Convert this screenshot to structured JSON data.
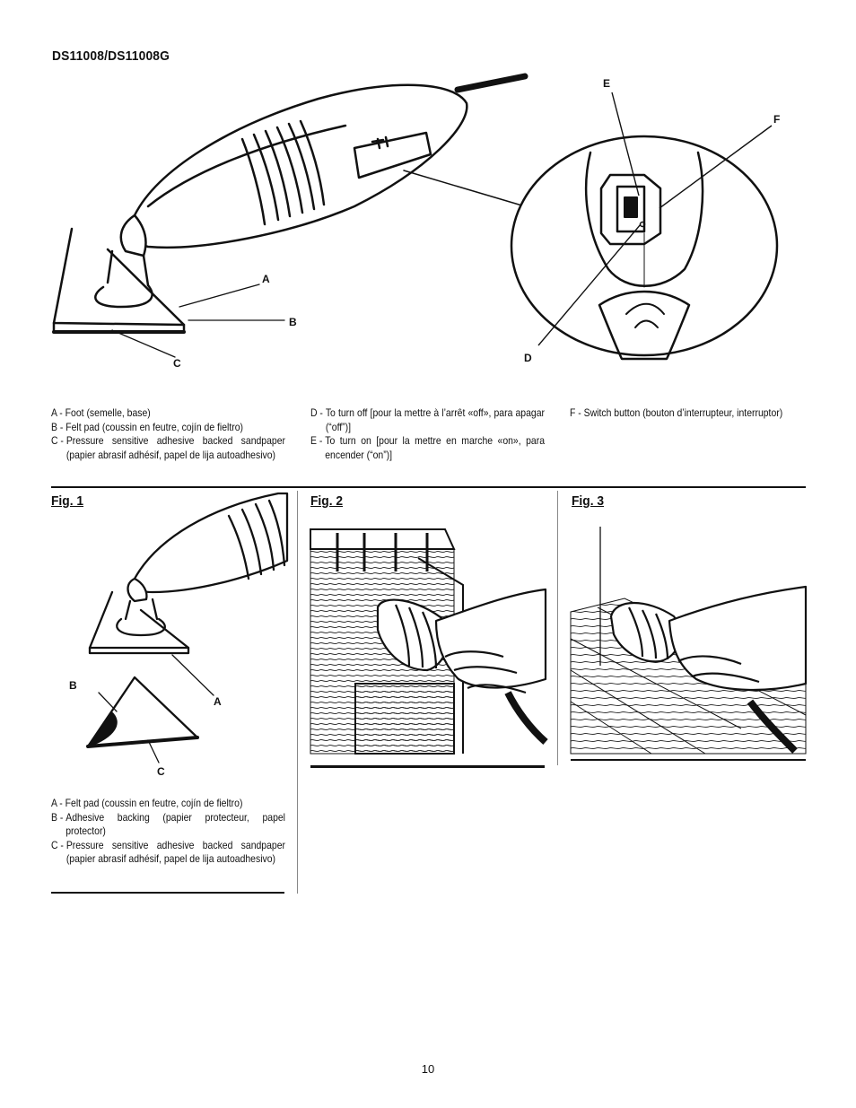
{
  "header": {
    "model": "DS11008/DS11008G"
  },
  "main_diagram": {
    "callouts": {
      "a": "A",
      "b": "B",
      "c": "C",
      "d": "D",
      "e": "E",
      "f": "F"
    },
    "legend_col1": [
      {
        "key": "A - ",
        "text": "Foot (semelle, base)"
      },
      {
        "key": "B - ",
        "text": "Felt pad (coussin en feutre, cojín de fieltro)"
      },
      {
        "key": "C - ",
        "text": "Pressure sensitive adhesive backed sandpaper (papier abrasif adhésif, papel de lija autoadhesivo)"
      }
    ],
    "legend_col2": [
      {
        "key": "D - ",
        "text": "To turn off [pour la mettre à l’arrêt «off», para apagar (“off”)]"
      },
      {
        "key": "E - ",
        "text": "To turn on [pour la mettre en marche «on», para encender (“on”)]"
      }
    ],
    "legend_col3": [
      {
        "key": "F - ",
        "text": "Switch button (bouton d’interrupteur, interruptor)"
      }
    ]
  },
  "fig1": {
    "title": "Fig. 1",
    "callouts": {
      "a": "A",
      "b": "B",
      "c": "C"
    },
    "legend": [
      {
        "key": "A - ",
        "text": "Felt pad (coussin en feutre, cojín de fieltro)"
      },
      {
        "key": "B - ",
        "text": "Adhesive backing (papier protecteur, papel protector)"
      },
      {
        "key": "C - ",
        "text": "Pressure sensitive adhesive backed sandpaper (papier abrasif adhésif, papel de lija autoadhesivo)"
      }
    ]
  },
  "fig2": {
    "title": "Fig. 2"
  },
  "fig3": {
    "title": "Fig. 3"
  },
  "footer": {
    "page_number": "10"
  }
}
